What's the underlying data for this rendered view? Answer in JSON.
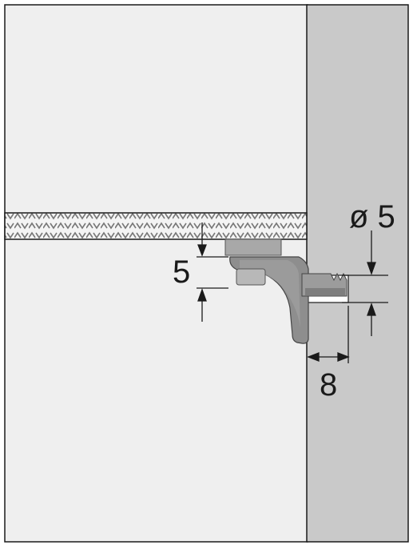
{
  "dimensions": {
    "clearance": "5",
    "pin_diameter": "ø 5",
    "inset": "8"
  },
  "colors": {
    "background_panel": "#efefef",
    "side_wall": "#c8c8c8",
    "shelf_texture": "#7a7a7a",
    "support_dark": "#8d8d8d",
    "support_light": "#b3b3b3",
    "line": "#1a1a1a"
  }
}
